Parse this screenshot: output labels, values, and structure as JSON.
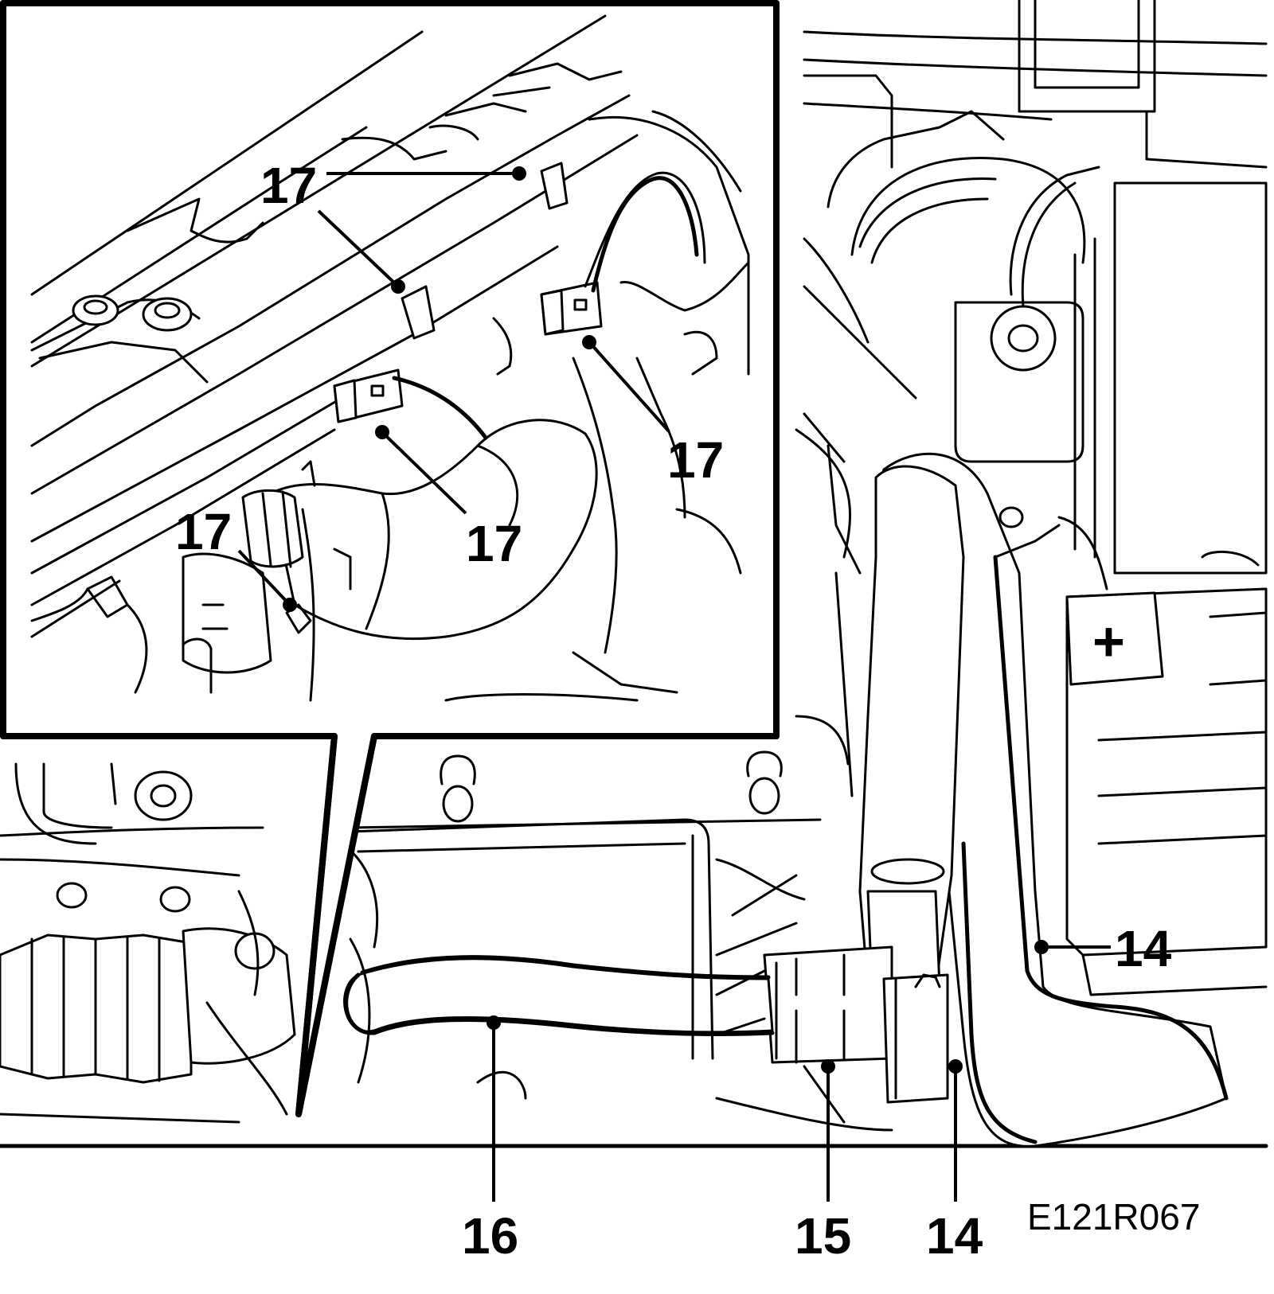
{
  "figure_id": "E121R067",
  "callouts": {
    "c14_right": "14",
    "c14_bottom": "14",
    "c15": "15",
    "c16": "16",
    "c17_a": "17",
    "c17_b": "17",
    "c17_c": "17",
    "c17_d": "17"
  }
}
